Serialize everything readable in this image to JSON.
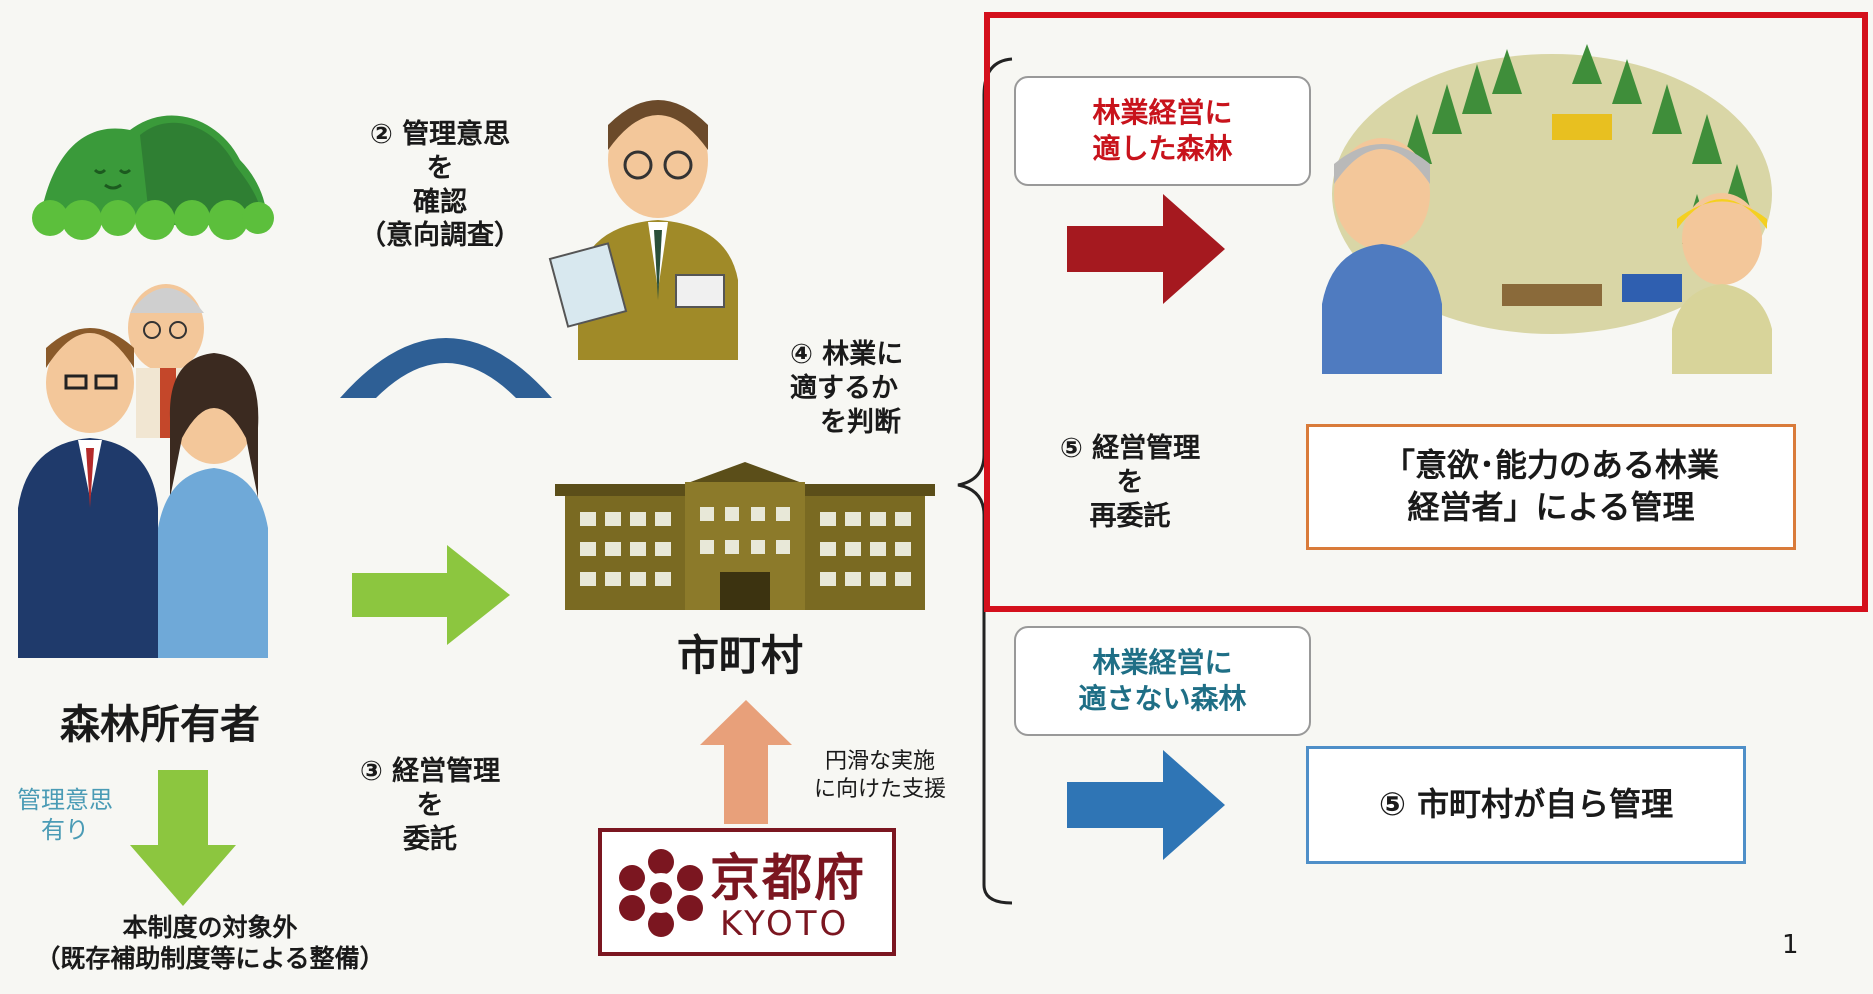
{
  "owner": {
    "label": "森林所有者"
  },
  "step2": {
    "line1": "② 管理意思",
    "line2": "を",
    "line3": "確認",
    "line4": "（意向調査）"
  },
  "step3": {
    "line1": "③ 経営管理",
    "line2": "を",
    "line3": "委託"
  },
  "step4": {
    "line1": "④ 林業に",
    "line2": "適するか",
    "line3": "を判断"
  },
  "municipality": {
    "label": "市町村"
  },
  "support": {
    "line1": "円滑な実施",
    "line2": "に向けた支援"
  },
  "kyoto": {
    "kanji": "京都府",
    "roman": "KYOTO"
  },
  "has_intent": {
    "line1": "管理意思",
    "line2": "有り"
  },
  "out_of_scope": {
    "line1": "本制度の対象外",
    "line2": "（既存補助制度等による整備）"
  },
  "suitable": {
    "line1": "林業経営に",
    "line2": "適した森林"
  },
  "step5_reconsign": {
    "line1": "⑤ 経営管理",
    "line2": "を",
    "line3": "再委託"
  },
  "motivated_manager": {
    "line1": "「意欲･能力のある林業",
    "line2": "経営者」による管理"
  },
  "unsuitable": {
    "line1": "林業経営に",
    "line2": "適さない森林"
  },
  "step5_self": {
    "label": "⑤ 市町村が自ら管理"
  },
  "page_number": "1",
  "colors": {
    "red_frame": "#d4101c",
    "red_text": "#c8131c",
    "dark_red_arrow": "#a5191f",
    "blue_arrow": "#2f75b5",
    "green_arrow": "#8cc63f",
    "salmon_arrow": "#e8a07a",
    "kyoto_maroon": "#7b1620",
    "orange_box": "#d97b3a",
    "blue_box": "#4f8fc8",
    "teal_text": "#1f6f86"
  }
}
